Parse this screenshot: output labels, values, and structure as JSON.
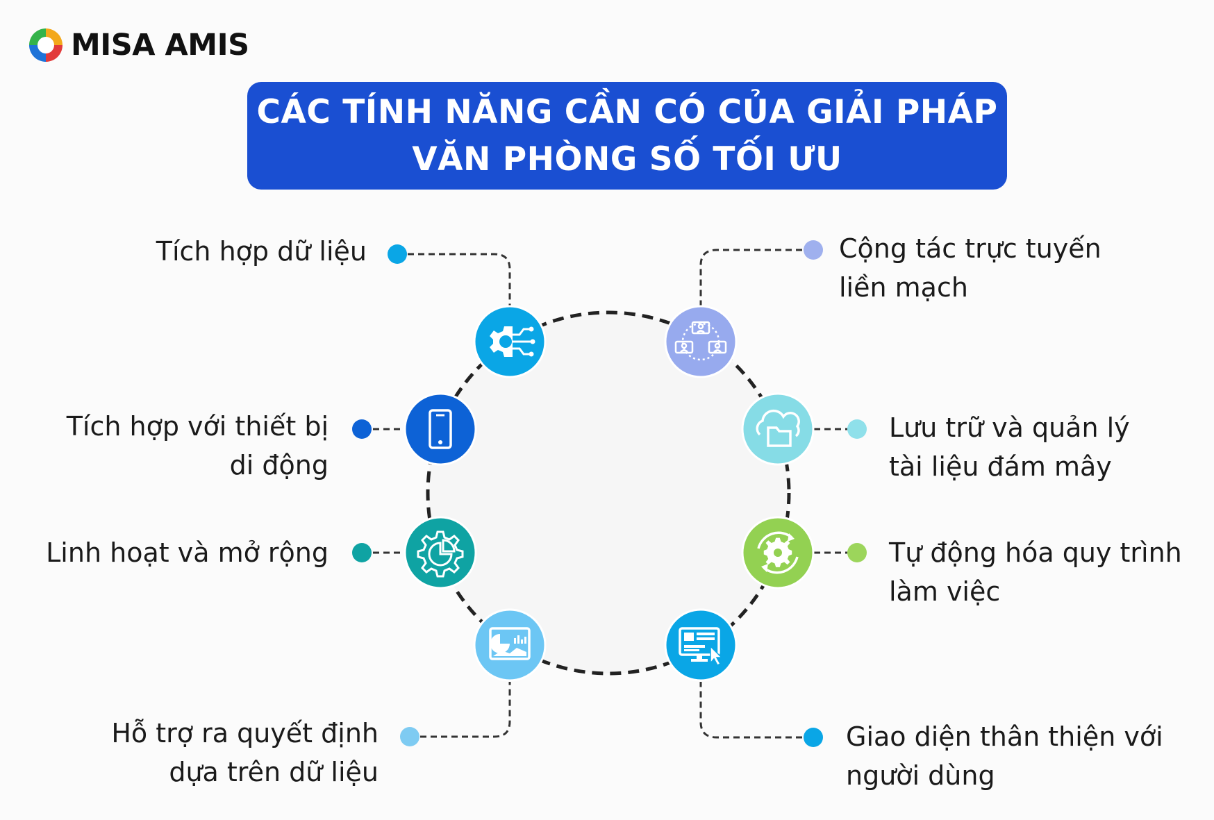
{
  "logo": {
    "text": "MISA AMIS",
    "icon": "misa-logo-icon"
  },
  "title": {
    "line1": "CÁC TÍNH NĂNG CẦN CÓ CỦA GIẢI PHÁP",
    "line2": "VĂN PHÒNG SỐ TỐI ƯU",
    "background": "#1a4fd2"
  },
  "nodes": [
    {
      "id": "data-integration",
      "lines": [
        "Tích hợp dữ liệu"
      ],
      "color": "#0aa6e6",
      "dot": "#0aa6e6",
      "icon": "gear-circuit-icon"
    },
    {
      "id": "mobile",
      "lines": [
        "Tích hợp với thiết bị",
        "di động"
      ],
      "color": "#0d62d6",
      "dot": "#0d62d6",
      "icon": "smartphone-icon"
    },
    {
      "id": "scalable",
      "lines": [
        "Linh hoạt và mở rộng"
      ],
      "color": "#0fa3a3",
      "dot": "#0fa3a3",
      "icon": "gear-chart-icon"
    },
    {
      "id": "decision",
      "lines": [
        "Hỗ trợ ra quyết định",
        "dựa trên dữ liệu"
      ],
      "color": "#6cc6f4",
      "dot": "#7ecbf2",
      "icon": "dashboard-chart-icon"
    },
    {
      "id": "collab",
      "lines": [
        "Cộng tác trực tuyến",
        "liền mạch"
      ],
      "color": "#97aaee",
      "dot": "#9fb0ee",
      "icon": "team-network-icon"
    },
    {
      "id": "cloud",
      "lines": [
        "Lưu trữ và quản lý",
        "tài liệu đám mây"
      ],
      "color": "#86dce6",
      "dot": "#8fe0ea",
      "icon": "cloud-folder-icon"
    },
    {
      "id": "automation",
      "lines": [
        "Tự động hóa quy trình",
        "làm việc"
      ],
      "color": "#93d152",
      "dot": "#9cd55b",
      "icon": "gear-cycle-icon"
    },
    {
      "id": "ui",
      "lines": [
        "Giao diện thân thiện với",
        "người dùng"
      ],
      "color": "#0aa6e6",
      "dot": "#0aa6e6",
      "icon": "monitor-cursor-icon"
    }
  ]
}
